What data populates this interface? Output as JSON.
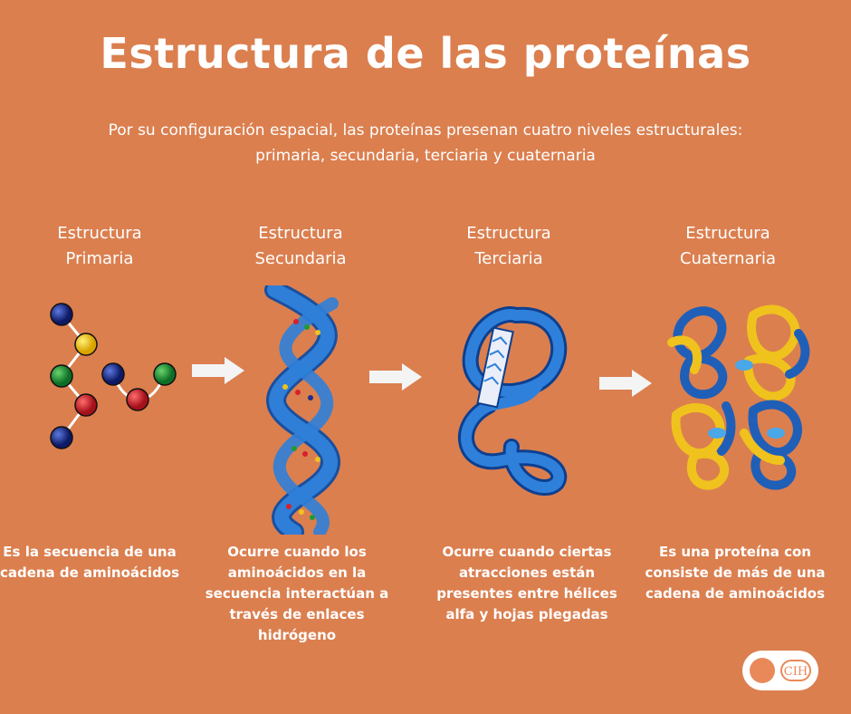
{
  "title": "Estructura de las proteínas",
  "subtitle": "Por su configuración espacial, las proteínas presenan cuatro niveles estructurales: primaria, secundaria, terciaria y cuaternaria",
  "columns": [
    {
      "title_line1": "Estructura",
      "title_line2": "Primaria",
      "description": "Es la secuencia de una cadena de aminoácidos"
    },
    {
      "title_line1": "Estructura",
      "title_line2": "Secundaria",
      "description": "Ocurre cuando los aminoácidos en la secuencia interactúan a través de enlaces hidrógeno"
    },
    {
      "title_line1": "Estructura",
      "title_line2": "Terciaria",
      "description": "Ocurre cuando ciertas atracciones están presentes entre hélices alfa y hojas plegadas"
    },
    {
      "title_line1": "Estructura",
      "title_line2": "Cuaternaria",
      "description": "Es una proteína con consiste de más de una cadena de aminoácidos"
    }
  ],
  "logo": {
    "text": "CIH"
  },
  "colors": {
    "background": "#db7f4f",
    "helix_blue": "#1f6bc0",
    "chain_yellow": "#f0c21d",
    "atom_red": "#d8202a",
    "atom_green": "#1e9b3a",
    "atom_navy": "#1d2f8c"
  }
}
